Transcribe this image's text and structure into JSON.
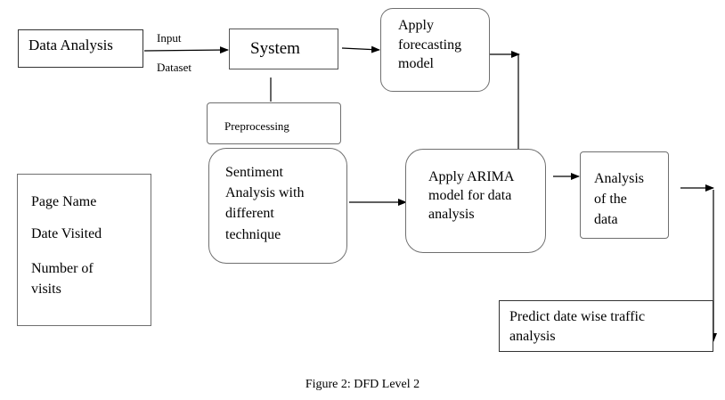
{
  "nodes": {
    "data_analysis": "Data Analysis",
    "system": "System",
    "apply_forecasting": "Apply\nforecasting\nmodel",
    "preprocessing": "Preprocessing",
    "sentiment": "Sentiment\nAnalysis with\ndifferent\ntechnique",
    "apply_arima": "Apply ARIMA\nmodel for data\nanalysis",
    "analysis_data": "Analysis\nof the\ndata",
    "predict": "Predict date wise traffic\nanalysis",
    "page_name": "Page Name",
    "date_visited": "Date Visited",
    "number_visits": "Number of\nvisits"
  },
  "edge_labels": {
    "input": "Input",
    "dataset": "Dataset"
  },
  "caption": "Figure 2: DFD Level 2"
}
